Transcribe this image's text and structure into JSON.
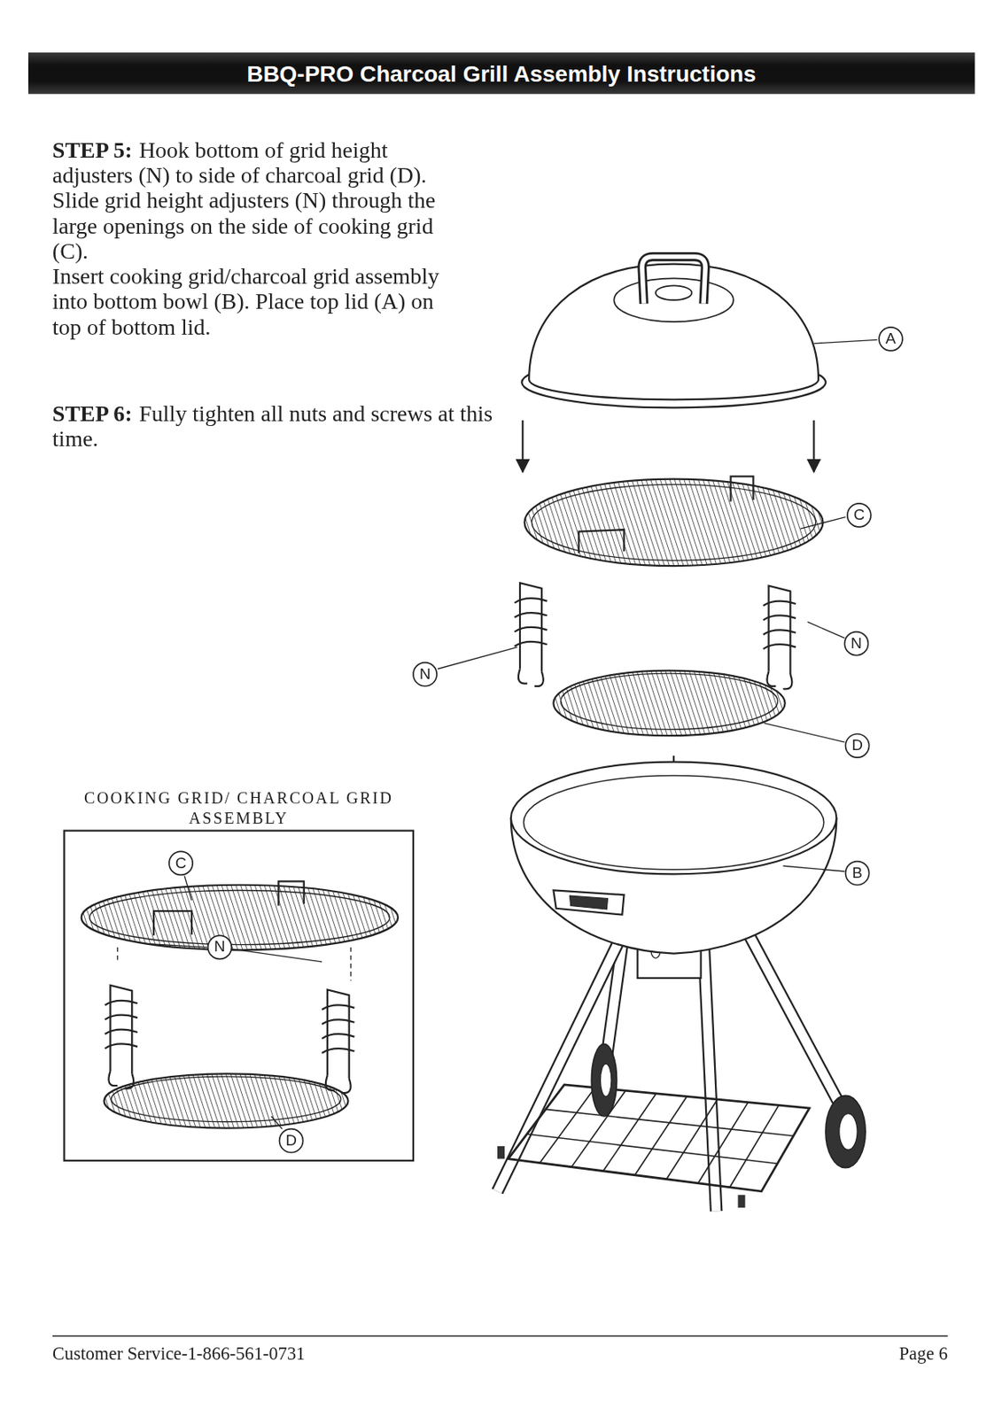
{
  "diagram": {
    "title": "BBQ-PRO Charcoal Grill Assembly Instructions",
    "nodes": [
      {
        "text": [
          "COOKING GRID/ CHARCOAL GRID ASSEMBLY"
        ]
      }
    ],
    "labels": [
      "STEP 5:",
      "Hook bottom of grid height adjusters (N) to side of charcoal grid (D). Slide grid height adjusters (N) through the large openings on the side of cooking grid (C).",
      "Insert cooking grid/charcoal grid assembly into bottom bowl (B). Place top lid (A) on top of bottom lid.",
      "STEP 6:",
      "Fully tighten all nuts and screws at this time.",
      "A",
      "C",
      "N",
      "N",
      "D",
      "B",
      "C",
      "N",
      "D",
      "Customer Service-1-866-561-0731",
      "Page 6"
    ]
  }
}
